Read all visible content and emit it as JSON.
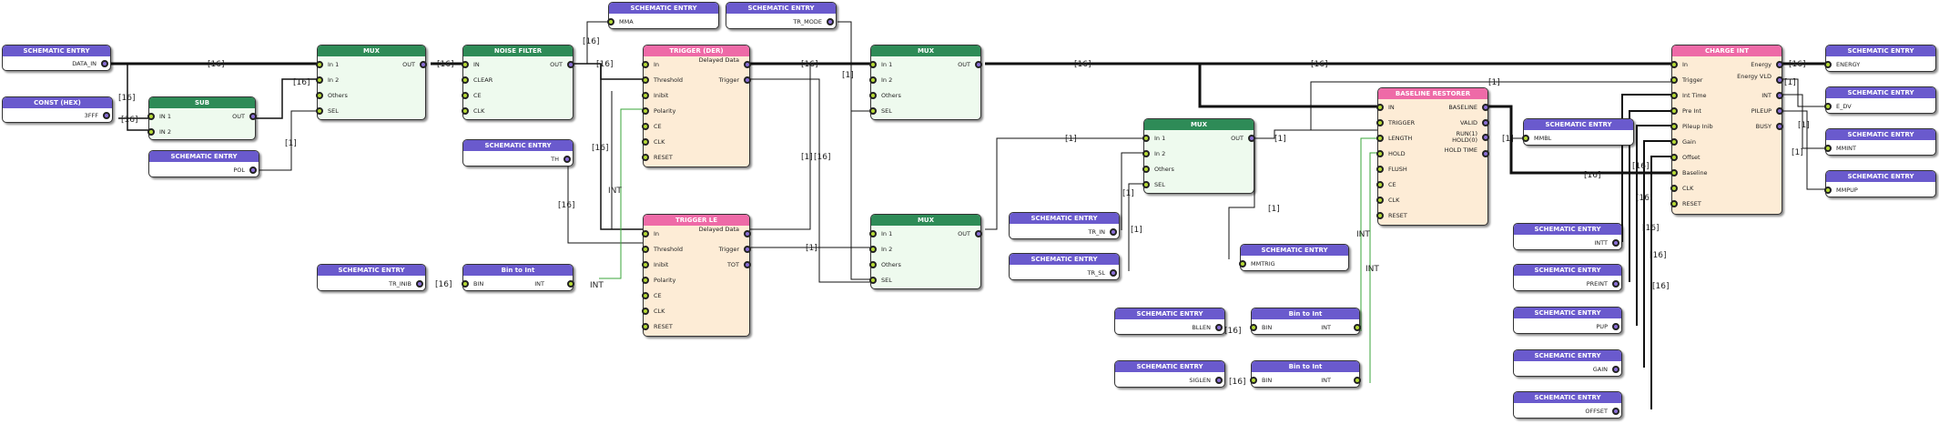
{
  "colors": {
    "entry_header": "#6a5acd",
    "mux_header": "#2e8b57",
    "trigger_header": "#ee6aa7",
    "wire": "#111111",
    "int_wire": "#3aa63a"
  },
  "blocks": {
    "entry_data_in": {
      "title": "SCHEMATIC ENTRY",
      "value": "DATA_IN"
    },
    "const_hex": {
      "title": "CONST (HEX)",
      "value": "3FFF"
    },
    "sub": {
      "title": "SUB",
      "in1": "IN 1",
      "in2": "IN 2",
      "out": "OUT"
    },
    "entry_pol": {
      "title": "SCHEMATIC ENTRY",
      "value": "POL"
    },
    "mux1": {
      "title": "MUX",
      "in1": "In 1",
      "in2": "In 2",
      "others": "Others",
      "sel": "SEL",
      "out": "OUT"
    },
    "noise_filter": {
      "title": "NOISE FILTER",
      "in": "IN",
      "clear": "CLEAR",
      "ce": "CE",
      "clk": "CLK",
      "out": "OUT"
    },
    "entry_th": {
      "title": "SCHEMATIC ENTRY",
      "value": "TH"
    },
    "entry_tr_inib": {
      "title": "SCHEMATIC ENTRY",
      "value": "TR_INIB"
    },
    "bin_to_int_1": {
      "title": "Bin to Int",
      "bin": "BIN",
      "int": "INT"
    },
    "entry_mma": {
      "title": "SCHEMATIC ENTRY",
      "value": "MMA"
    },
    "entry_tr_mode": {
      "title": "SCHEMATIC ENTRY",
      "value": "TR_MODE"
    },
    "trigger_der": {
      "title": "TRIGGER (DER)",
      "in": "In",
      "threshold": "Threshold",
      "inibit": "Inibit",
      "polarity": "Polarity",
      "ce": "CE",
      "clk": "CLK",
      "reset": "RESET",
      "delayed": "Delayed Data",
      "trigger": "Trigger"
    },
    "trigger_le": {
      "title": "TRIGGER LE",
      "in": "In",
      "threshold": "Threshold",
      "inibit": "Inibit",
      "polarity": "Polarity",
      "ce": "CE",
      "clk": "CLK",
      "reset": "RESET",
      "delayed": "Delayed Data",
      "trigger": "Trigger",
      "tot": "TOT"
    },
    "mux2": {
      "title": "MUX",
      "in1": "In 1",
      "in2": "In 2",
      "others": "Others",
      "sel": "SEL",
      "out": "OUT"
    },
    "mux3": {
      "title": "MUX",
      "in1": "In 1",
      "in2": "In 2",
      "others": "Others",
      "sel": "SEL",
      "out": "OUT"
    },
    "mux4": {
      "title": "MUX",
      "in1": "In 1",
      "in2": "In 2",
      "others": "Others",
      "sel": "SEL",
      "out": "OUT"
    },
    "entry_tr_in": {
      "title": "SCHEMATIC ENTRY",
      "value": "TR_IN"
    },
    "entry_tr_sl": {
      "title": "SCHEMATIC ENTRY",
      "value": "TR_SL"
    },
    "entry_mmtrig": {
      "title": "SCHEMATIC ENTRY",
      "value": "MMTRIG"
    },
    "entry_bllen": {
      "title": "SCHEMATIC ENTRY",
      "value": "BLLEN"
    },
    "entry_siglen": {
      "title": "SCHEMATIC ENTRY",
      "value": "SIGLEN"
    },
    "bin_to_int_2": {
      "title": "Bin to Int",
      "bin": "BIN",
      "int": "INT"
    },
    "bin_to_int_3": {
      "title": "Bin to Int",
      "bin": "BIN",
      "int": "INT"
    },
    "baseline_restorer": {
      "title": "BASELINE RESTORER",
      "in": "IN",
      "trigger": "TRIGGER",
      "length": "LENGTH",
      "hold": "HOLD",
      "flush": "FLUSH",
      "ce": "CE",
      "clk": "CLK",
      "reset": "RESET",
      "baseline": "BASELINE",
      "valid": "VALID",
      "run": "RUN(1) HOLD(0)",
      "holdtime": "HOLD TIME"
    },
    "entry_mmbl": {
      "title": "SCHEMATIC ENTRY",
      "value": "MMBL"
    },
    "charge_int": {
      "title": "CHARGE INT",
      "in": "In",
      "trigger": "Trigger",
      "inttime": "Int Time",
      "preint": "Pre Int",
      "pileupinib": "Pileup Inib",
      "gain": "Gain",
      "offset": "Offset",
      "baseline": "Baseline",
      "clk": "CLK",
      "reset": "RESET",
      "energy": "Energy",
      "energyvld": "Energy VLD",
      "int": "INT",
      "pileup": "PILEUP",
      "busy": "BUSY"
    },
    "entry_intt": {
      "title": "SCHEMATIC ENTRY",
      "value": "INTT"
    },
    "entry_preint": {
      "title": "SCHEMATIC ENTRY",
      "value": "PREINT"
    },
    "entry_pup": {
      "title": "SCHEMATIC ENTRY",
      "value": "PUP"
    },
    "entry_gain": {
      "title": "SCHEMATIC ENTRY",
      "value": "GAIN"
    },
    "entry_offset": {
      "title": "SCHEMATIC ENTRY",
      "value": "OFFSET"
    },
    "entry_energy": {
      "title": "SCHEMATIC ENTRY",
      "value": "ENERGY"
    },
    "entry_e_dv": {
      "title": "SCHEMATIC ENTRY",
      "value": "E_DV"
    },
    "entry_mmint": {
      "title": "SCHEMATIC ENTRY",
      "value": "MMINT"
    },
    "entry_mmpup": {
      "title": "SCHEMATIC ENTRY",
      "value": "MMPUP"
    }
  },
  "wire_labels": {
    "b16": "[16]",
    "b1": "[1]",
    "int": "INT"
  }
}
